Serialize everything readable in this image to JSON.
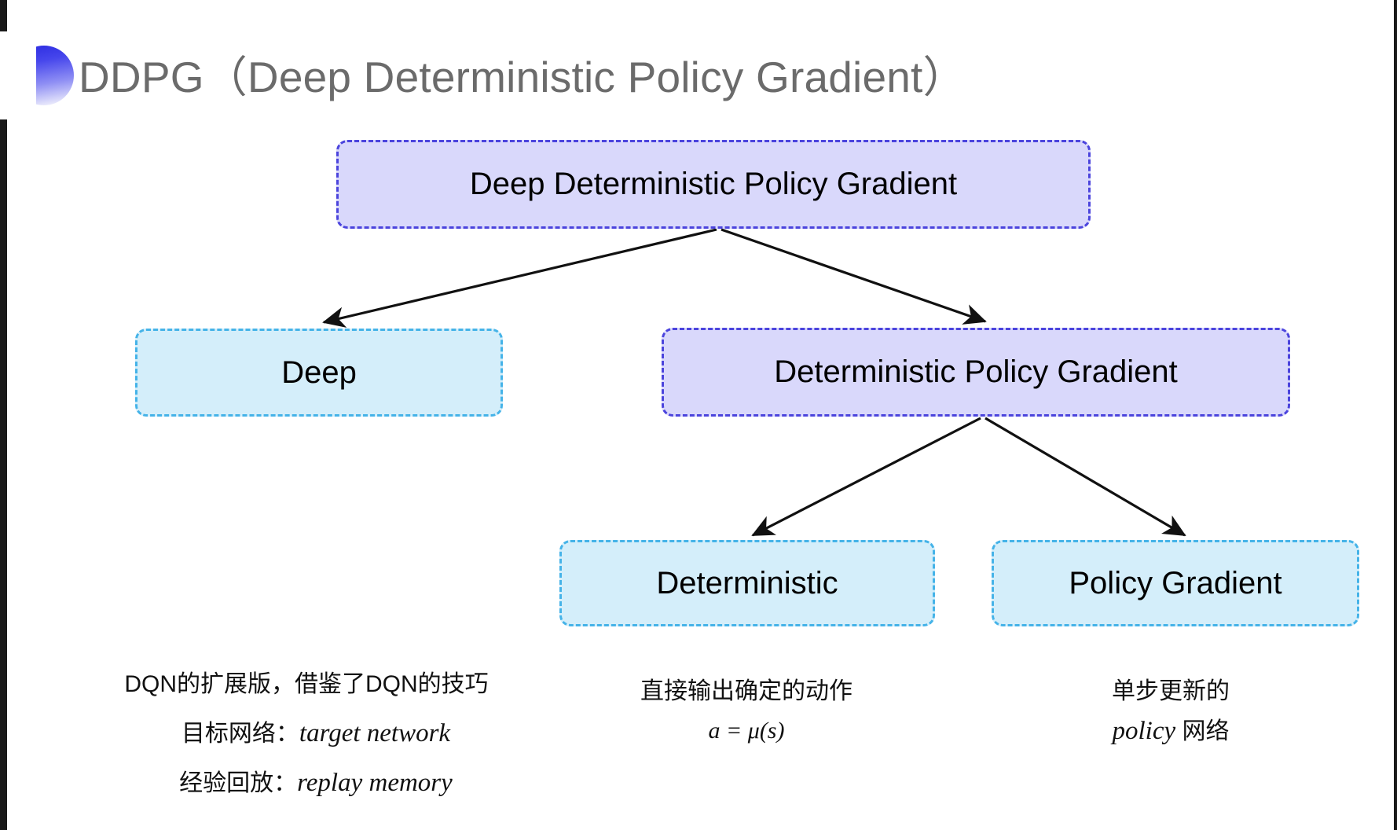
{
  "slide": {
    "title": "DDPG（Deep Deterministic Policy Gradient）",
    "background_color": "#ffffff",
    "title_color": "#6b6b6b",
    "bullet_gradient_from": "#2a2ae0",
    "bullet_gradient_to": "#ffffff"
  },
  "diagram": {
    "type": "tree",
    "colors": {
      "purple_fill": "#d9d8fb",
      "purple_border": "#4b44dd",
      "lightblue_fill": "#d4eefa",
      "lightblue_border": "#45b3e8",
      "arrow": "#111111"
    },
    "nodes": [
      {
        "id": "root",
        "label": "Deep Deterministic Policy Gradient",
        "style": "purple"
      },
      {
        "id": "deep",
        "label": "Deep",
        "style": "lightblue"
      },
      {
        "id": "dpg",
        "label": "Deterministic Policy Gradient",
        "style": "purple"
      },
      {
        "id": "det",
        "label": "Deterministic",
        "style": "lightblue"
      },
      {
        "id": "pg",
        "label": "Policy Gradient",
        "style": "lightblue"
      }
    ],
    "edges": [
      {
        "from": "root",
        "to": "deep"
      },
      {
        "from": "root",
        "to": "dpg"
      },
      {
        "from": "dpg",
        "to": "det"
      },
      {
        "from": "dpg",
        "to": "pg"
      }
    ]
  },
  "captions": {
    "deep": {
      "line1": "DQN的扩展版，借鉴了DQN的技巧",
      "line2_label": "目标网络：",
      "line2_term": "target network",
      "line3_label": "经验回放：",
      "line3_term": "replay memory"
    },
    "deterministic": {
      "line1": "直接输出确定的动作",
      "formula": "a = μ(s)"
    },
    "policy_gradient": {
      "line1": "单步更新的",
      "line2_term": "policy",
      "line2_suffix": " 网络"
    }
  }
}
